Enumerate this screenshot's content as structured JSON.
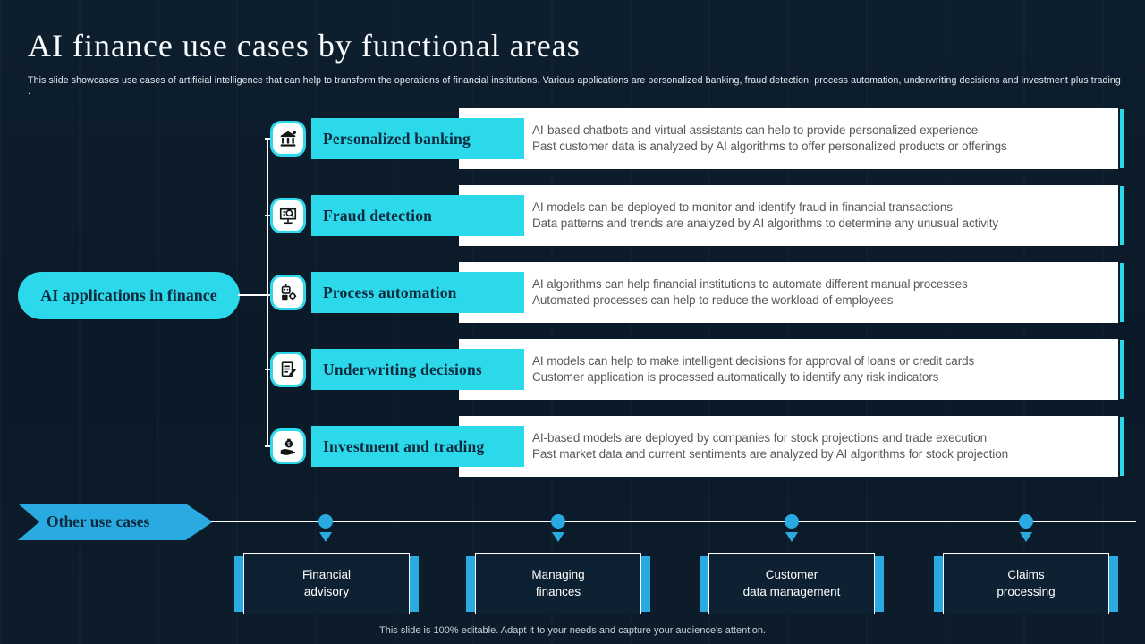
{
  "slide": {
    "title": "AI finance use cases by functional areas",
    "subtitle": "This slide showcases use cases of artificial intelligence that can help to transform the operations of financial institutions. Various applications are personalized banking,  fraud detection, process automation, underwriting decisions and investment plus trading .",
    "footer": "This slide is 100% editable. Adapt it to your needs and capture your audience's attention."
  },
  "hub": {
    "label": "AI applications in finance"
  },
  "rows": [
    {
      "icon": "bank-icon",
      "label": "Personalized banking",
      "bullets": [
        "AI-based  chatbots and virtual  assistants can help to provide  personalized experience",
        "Past customer data is analyzed by AI  algorithms to  offer personalized products or offerings"
      ]
    },
    {
      "icon": "fraud-monitor-icon",
      "label": "Fraud detection",
      "bullets": [
        "AI  models can be deployed  to monitor and identify  fraud in financial  transactions",
        "Data patterns and trends are analyzed by AI  algorithms to determine any unusual activity"
      ]
    },
    {
      "icon": "robot-gear-icon",
      "label": "Process automation",
      "bullets": [
        "AI  algorithms can help financial  institutions to  automate different  manual  processes",
        "Automated  processes can help to reduce the workload  of employees"
      ]
    },
    {
      "icon": "document-pen-icon",
      "label": "Underwriting decisions",
      "bullets": [
        "AI  models can help  to make intelligent  decisions for approval  of loans or credit cards",
        "Customer application  is processed automatically  to identify  any risk indicators"
      ]
    },
    {
      "icon": "money-hand-icon",
      "label": "Investment and trading",
      "bullets": [
        "AI-based  models are deployed  by companies for stock projections and  trade execution",
        "Past market data and  current sentiments are analyzed  by AI  algorithms for stock projection"
      ]
    }
  ],
  "other": {
    "label": "Other use cases",
    "items": [
      {
        "line1": "Financial",
        "line2": "advisory"
      },
      {
        "line1": "Managing",
        "line2": "finances"
      },
      {
        "line1": "Customer",
        "line2": "data management"
      },
      {
        "line1": "Claims",
        "line2": "processing"
      }
    ]
  },
  "colors": {
    "background": "#0C1B29",
    "cyan_accent": "#2BD9EA",
    "blue_accent": "#29ABE2",
    "panel_white": "#FFFFFF",
    "bullet_text_gray": "#595959"
  }
}
